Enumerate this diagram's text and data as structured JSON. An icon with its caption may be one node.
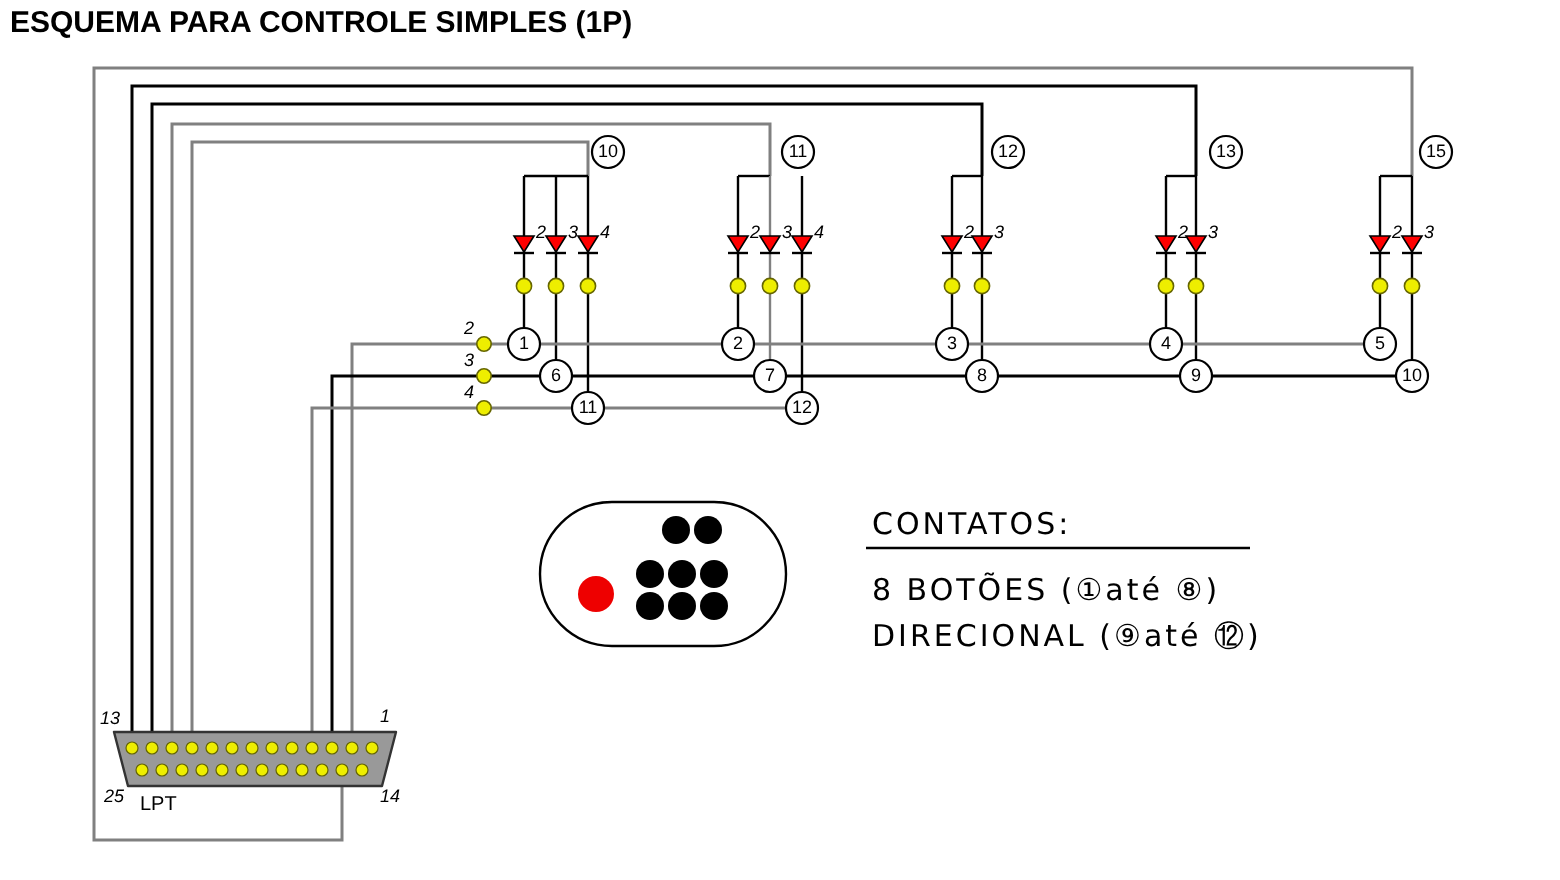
{
  "diagram": {
    "title": "ESQUEMA PARA CONTROLE SIMPLES (1P)",
    "labels": [
      "10",
      "11",
      "12",
      "13",
      "15",
      "2",
      "3",
      "4",
      "2",
      "3",
      "4",
      "2",
      "3",
      "2",
      "3",
      "2",
      "3",
      "2",
      "3",
      "4",
      "1",
      "2",
      "3",
      "4",
      "5",
      "6",
      "7",
      "8",
      "9",
      "10",
      "11",
      "12",
      "CONTATOS:",
      "8 BOTÕES (①até ⑧)",
      "DIRECIONAL (⑨até ⑫)",
      "13",
      "1",
      "25",
      "LPT",
      "14"
    ]
  }
}
